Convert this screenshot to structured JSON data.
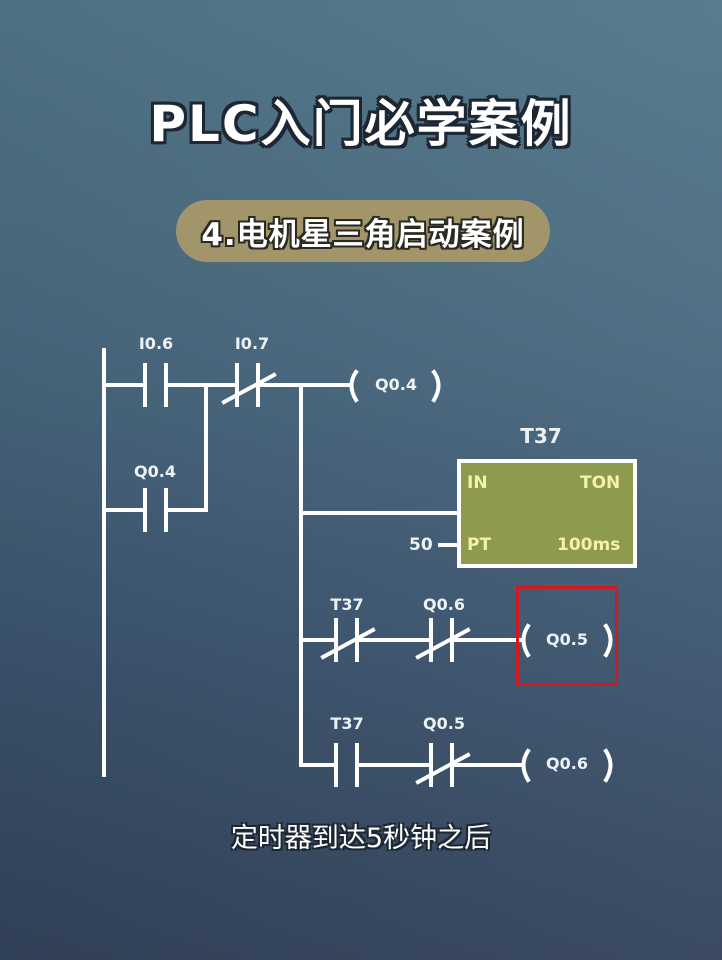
{
  "header": {
    "title": "PLC入门必学案例",
    "subtitle": "4.电机星三角启动案例"
  },
  "colors": {
    "background_top": "#52778a",
    "background_bottom": "#33435a",
    "subtitle_pill": "#a3956a",
    "line": "#ffffff",
    "timer_box_fill": "#8e9a4e",
    "timer_box_text": "#f4f1a8",
    "highlight": "#d11a1f"
  },
  "ladder": {
    "rung1": {
      "contacts": [
        {
          "label": "I0.6",
          "type": "NO"
        },
        {
          "label": "I0.7",
          "type": "NC"
        }
      ],
      "parallel_contact": {
        "label": "Q0.4",
        "type": "NO"
      },
      "coil": "Q0.4"
    },
    "rung2": {
      "timer": {
        "name": "T37",
        "type": "TON",
        "in_label": "IN",
        "pt_label": "PT",
        "resolution": "100ms",
        "preset": "50"
      }
    },
    "rung3": {
      "contacts": [
        {
          "label": "T37",
          "type": "NC"
        },
        {
          "label": "Q0.6",
          "type": "NC"
        }
      ],
      "coil": "Q0.5",
      "highlighted": true
    },
    "rung4": {
      "contacts": [
        {
          "label": "T37",
          "type": "NO"
        },
        {
          "label": "Q0.5",
          "type": "NC"
        }
      ],
      "coil": "Q0.6"
    }
  },
  "caption": "定时器到达5秒钟之后"
}
